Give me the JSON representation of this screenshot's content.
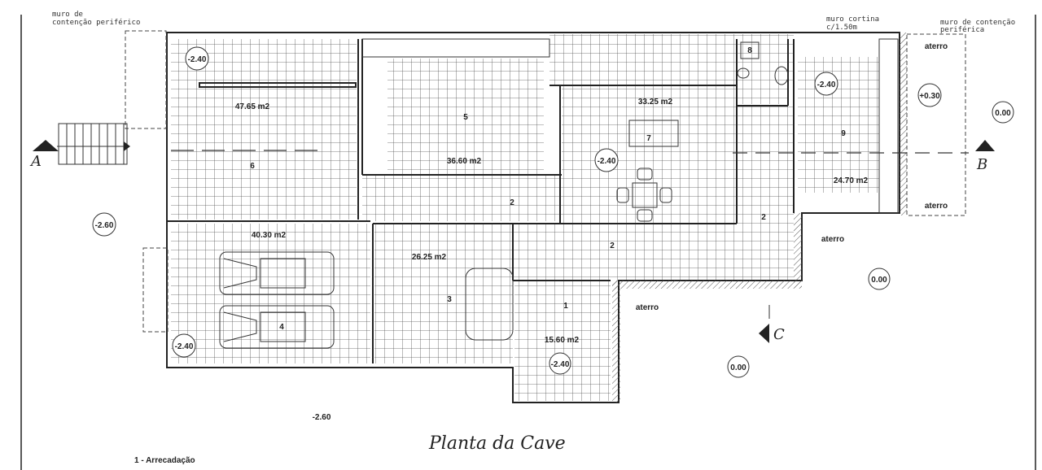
{
  "drawing": {
    "title": "Planta da Cave",
    "legend": [
      "1 - Arrecadação"
    ],
    "notes": {
      "left_wall": [
        "muro de",
        "contenção periférico"
      ],
      "curtain_wall": [
        "muro cortina",
        "c/1.50m"
      ],
      "right_wall": [
        "muro de contenção",
        "periférica"
      ]
    },
    "section_markers": [
      "A",
      "B",
      "C"
    ],
    "rooms": {
      "r6": {
        "number": "6",
        "area": "47.65 m2",
        "level": "-2.40"
      },
      "r5": {
        "number": "5",
        "area": "36.60 m2"
      },
      "r7": {
        "number": "7",
        "area": "33.25 m2",
        "level": "-2.40"
      },
      "r8": {
        "number": "8"
      },
      "r9": {
        "number": "9",
        "area": "24.70 m2",
        "level": "-2.40"
      },
      "r2": {
        "number": "2"
      },
      "r4": {
        "number": "4",
        "area": "40.30 m2",
        "level": "-2.40"
      },
      "r3": {
        "number": "3",
        "area": "26.25 m2"
      },
      "r1": {
        "number": "1",
        "area": "15.60 m2",
        "level": "-2.40"
      }
    },
    "exterior": {
      "level_left": "-2.60",
      "level_bottom": "-2.60",
      "level_terrace": "+0.30",
      "level_ground": "0.00",
      "fill_label": "aterro"
    }
  }
}
